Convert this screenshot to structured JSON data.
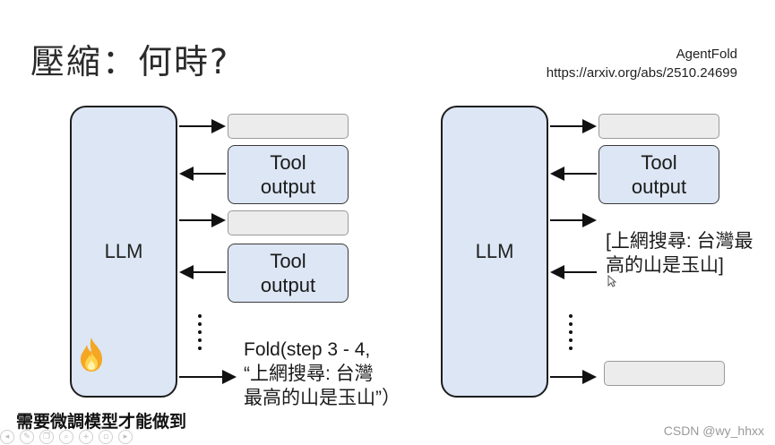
{
  "title": "壓縮：何時?",
  "reference": {
    "name": "AgentFold",
    "url": "https://arxiv.org/abs/2510.24699"
  },
  "left_panel": {
    "llm_label": "LLM",
    "tool_boxes": [
      {
        "line1": "Tool",
        "line2": "output"
      },
      {
        "line1": "Tool",
        "line2": "output"
      }
    ],
    "fold_text": {
      "line1": "Fold(step 3 - 4,",
      "line2": "“上網搜尋: 台灣",
      "line3": "最高的山是玉山”）"
    },
    "flame_icon": "fire-icon"
  },
  "right_panel": {
    "llm_label": "LLM",
    "tool_box": {
      "line1": "Tool",
      "line2": "output"
    },
    "summary_text": {
      "line1": "[上網搜尋: 台灣最",
      "line2": "高的山是玉山]"
    }
  },
  "caption": "需要微調模型才能做到",
  "watermark": "CSDN @wy_hhxx",
  "colors": {
    "llm_fill": "#dce6f4",
    "empty_box_fill": "#ececec",
    "flame": "#f5a623"
  }
}
